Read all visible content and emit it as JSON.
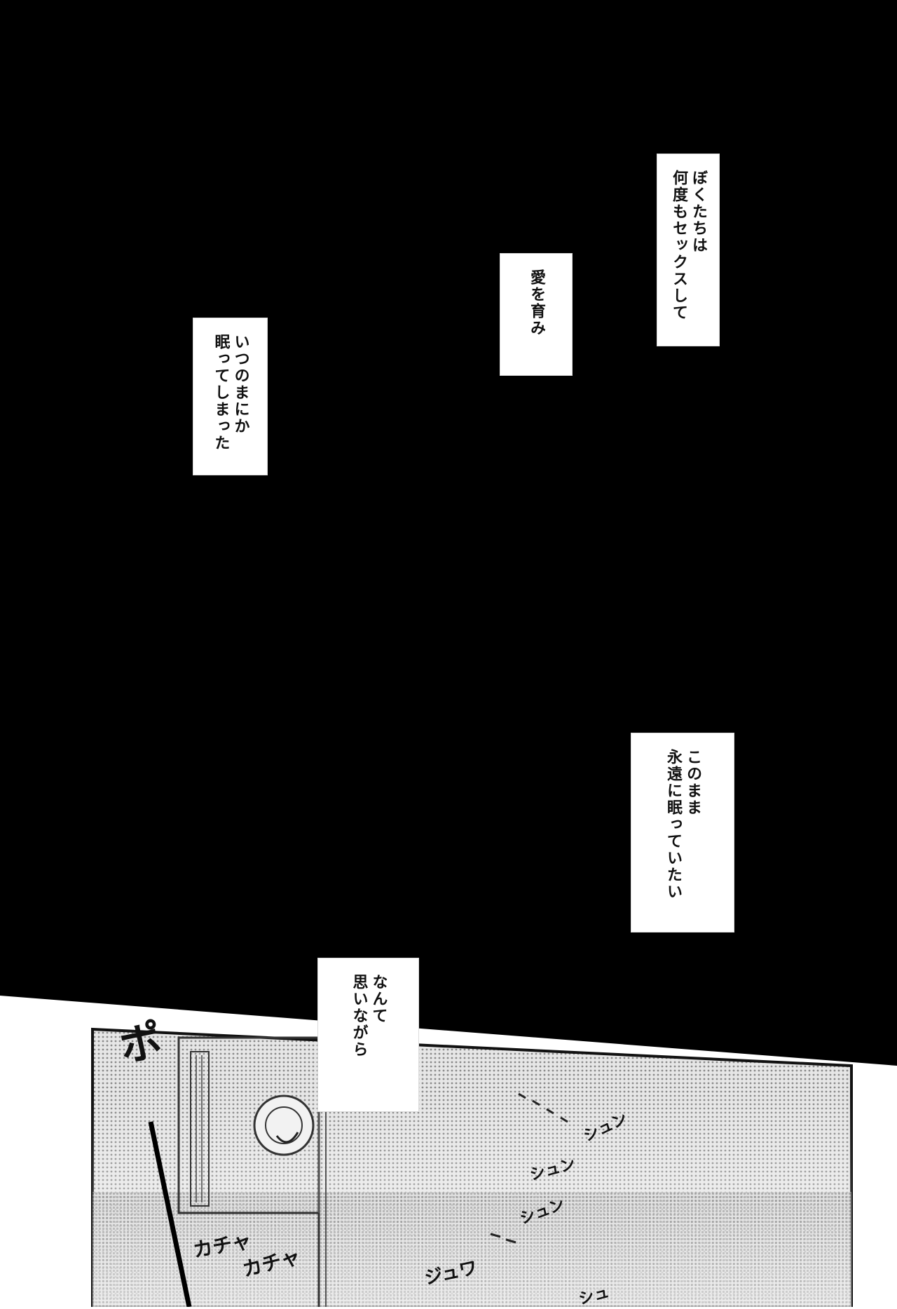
{
  "captions": [
    {
      "id": "c1",
      "lines": [
        "ぼくたちは",
        "何度もセックスして"
      ]
    },
    {
      "id": "c2",
      "lines": [
        "愛を育み"
      ]
    },
    {
      "id": "c3",
      "lines": [
        "いつのまにか",
        "眠ってしまった"
      ]
    },
    {
      "id": "c4",
      "lines": [
        "このまま",
        "永遠に眠っていたい"
      ]
    },
    {
      "id": "c5",
      "lines": [
        "なんて",
        "思いながら"
      ]
    }
  ],
  "sound_effects": {
    "pop": "ポ",
    "click_1": "カチャ",
    "click_2": "カチャ",
    "shun_1": "シュン",
    "shun_2": "シュン",
    "shun_3": "シュン",
    "shun_4": "シュ",
    "juwa": "ジュワ"
  },
  "colors": {
    "background_dark": "#000000",
    "panel_tone": "#d2d2d2",
    "caption_box": "#ffffff"
  }
}
